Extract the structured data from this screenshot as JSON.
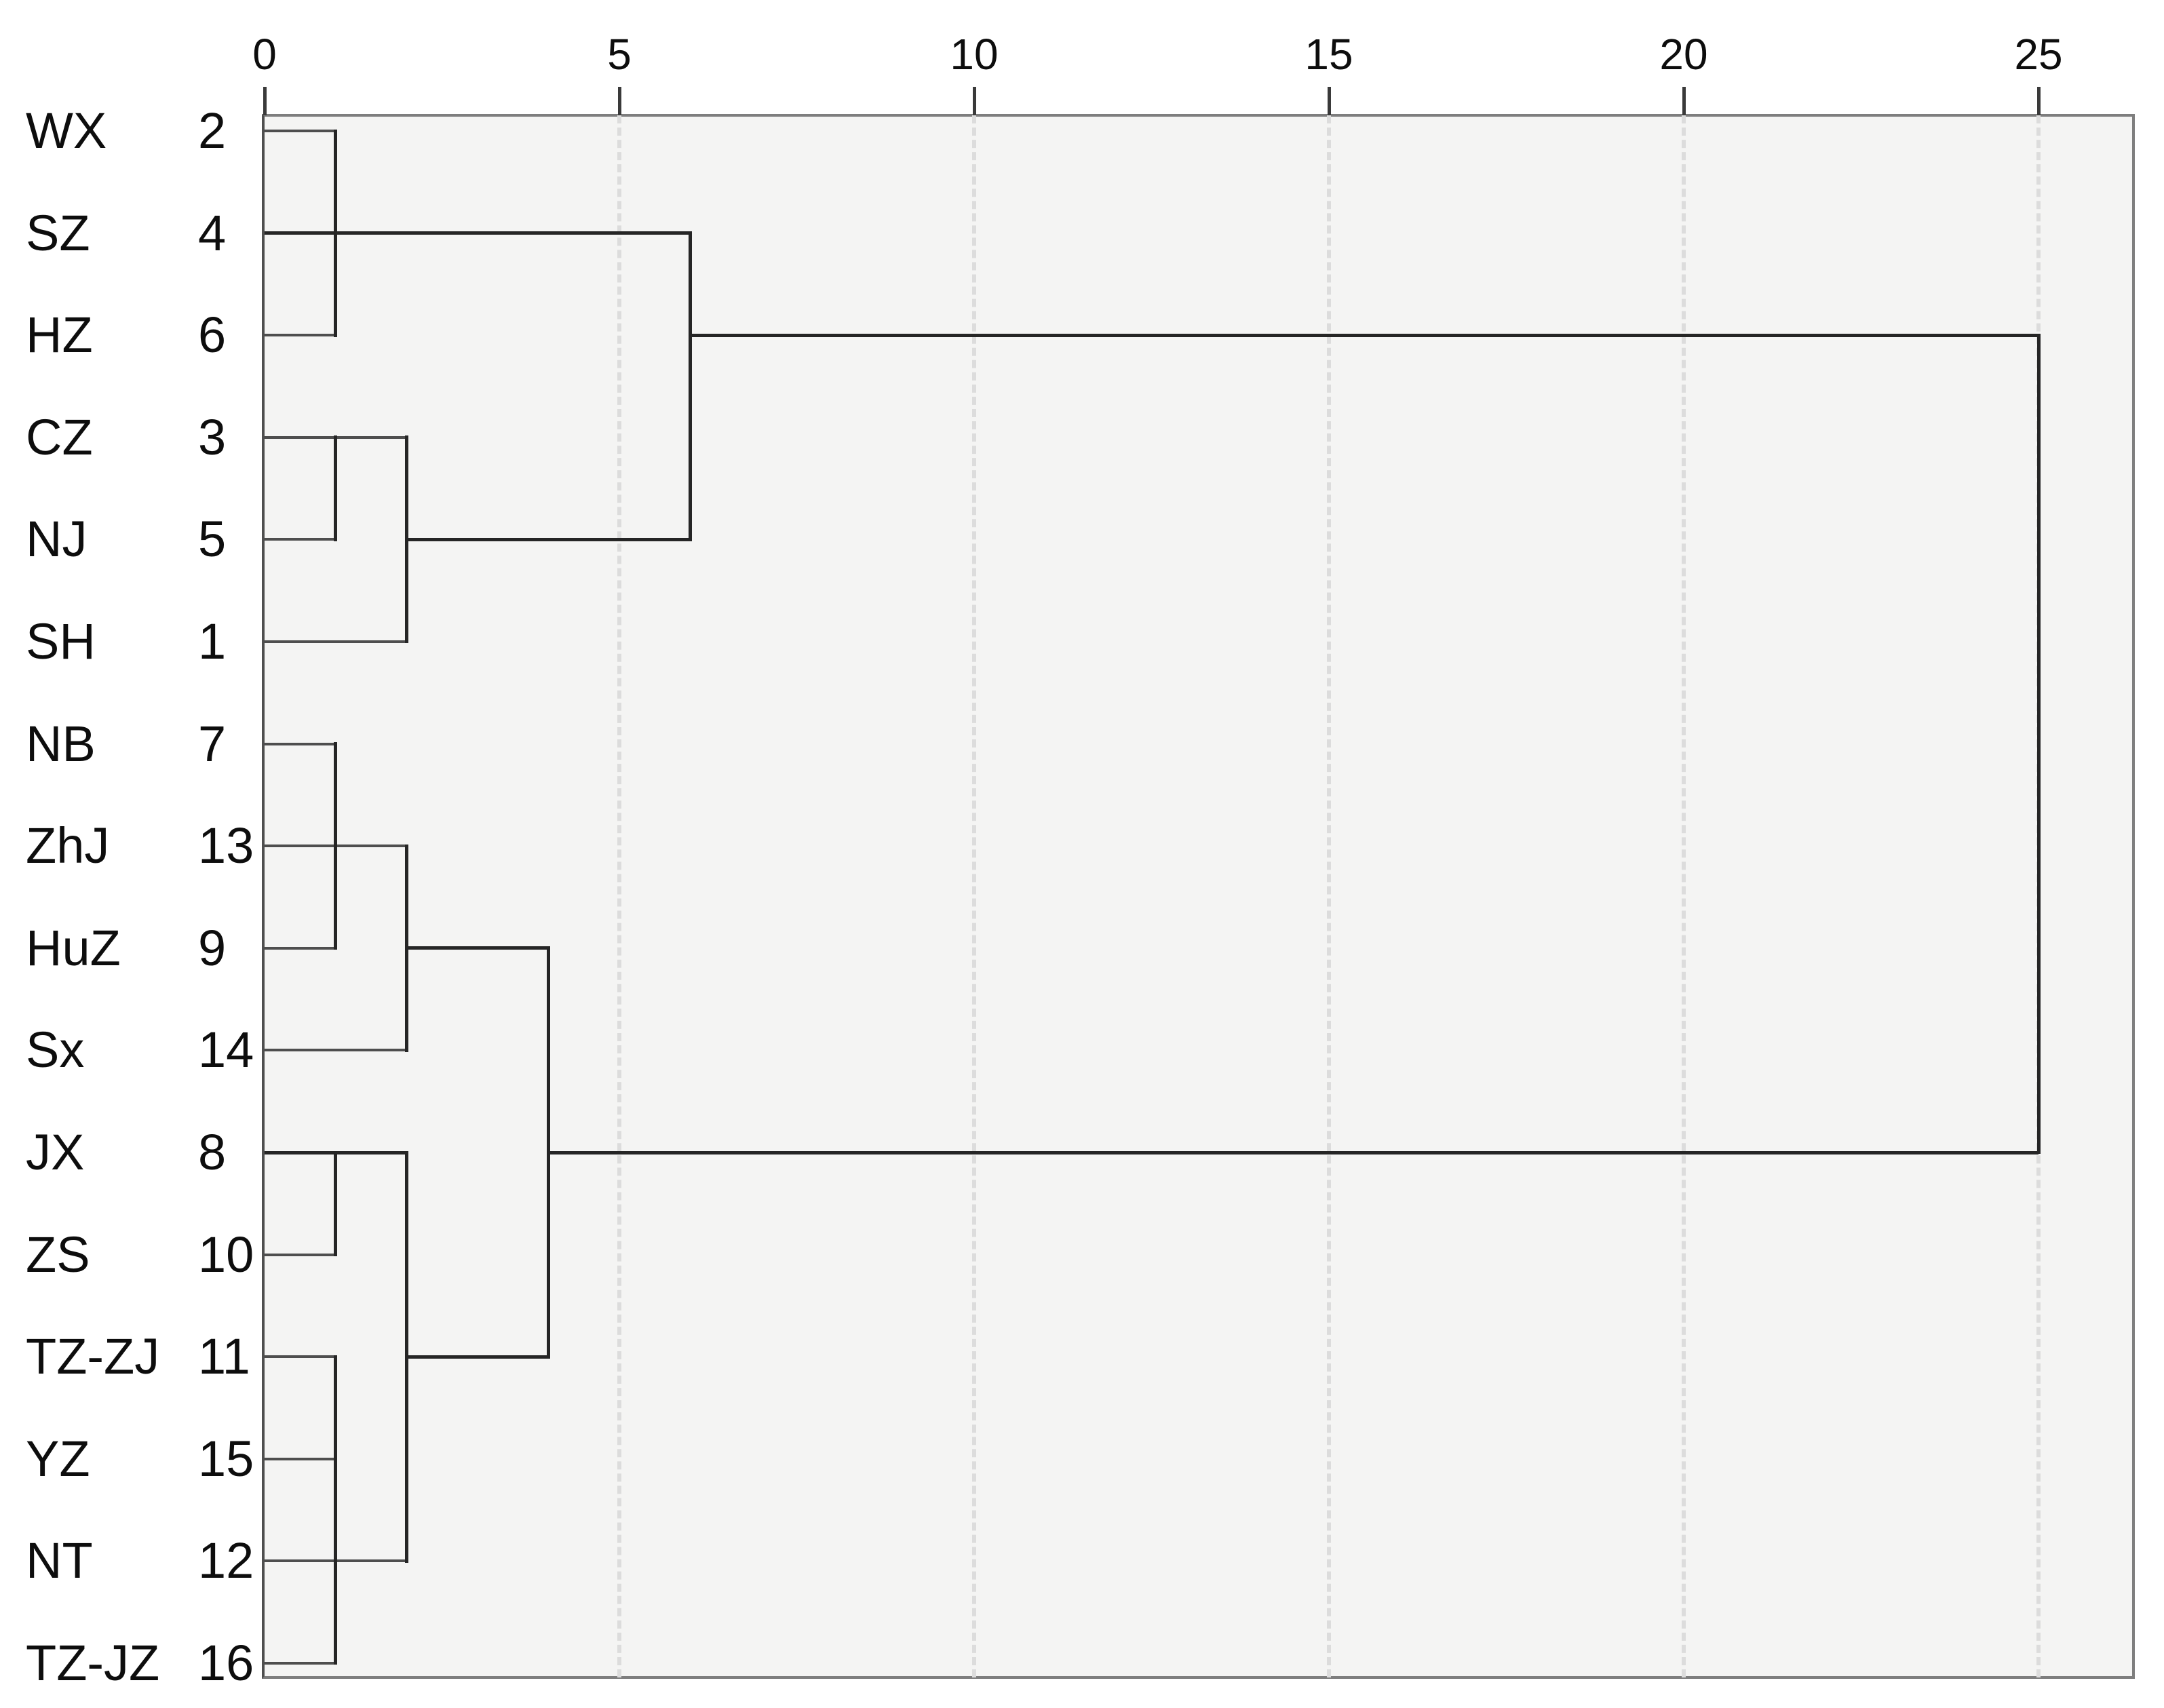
{
  "figure": {
    "kind": "hierarchical clustering dendrogram",
    "background": "#ffffff",
    "plot_background": "#f4f4f3",
    "border_color": "#7e7e7e",
    "left_axis_color": "#4f4f4f",
    "link_color_strong": "#252525",
    "link_color_light": "#4e4e4e",
    "grid_color": "#dcdcdc",
    "text_color": "#0d0d0d"
  },
  "axis": {
    "position": "top",
    "tick_labels": [
      "0",
      "5",
      "10",
      "15",
      "20",
      "25"
    ],
    "tick_values": [
      0,
      5,
      10,
      15,
      20,
      25
    ],
    "gridline_values": [
      5,
      10,
      15,
      20,
      25
    ],
    "grid_style": "dashed"
  },
  "chart_data": {
    "type": "dendrogram",
    "orientation": "horizontal",
    "distance_axis_position": "top",
    "x_range": [
      0,
      25
    ],
    "grid": true,
    "leaves": [
      {
        "label": "WX",
        "case": "2"
      },
      {
        "label": "SZ",
        "case": "4"
      },
      {
        "label": "HZ",
        "case": "6"
      },
      {
        "label": "CZ",
        "case": "3"
      },
      {
        "label": "NJ",
        "case": "5"
      },
      {
        "label": "SH",
        "case": "1"
      },
      {
        "label": "NB",
        "case": "7"
      },
      {
        "label": "ZhJ",
        "case": "13"
      },
      {
        "label": "HuZ",
        "case": "9"
      },
      {
        "label": "Sx",
        "case": "14"
      },
      {
        "label": "JX",
        "case": "8"
      },
      {
        "label": "ZS",
        "case": "10"
      },
      {
        "label": "TZ-ZJ",
        "case": "11"
      },
      {
        "label": "YZ",
        "case": "15"
      },
      {
        "label": "NT",
        "case": "12"
      },
      {
        "label": "TZ-JZ",
        "case": "16"
      }
    ],
    "merges": [
      {
        "members": [
          "WX",
          "SZ",
          "HZ"
        ],
        "distance": 1
      },
      {
        "members": [
          "CZ",
          "NJ"
        ],
        "distance": 1
      },
      {
        "members": [
          "CZ",
          "NJ",
          "SH"
        ],
        "distance": 2
      },
      {
        "members": [
          "WX",
          "SZ",
          "HZ",
          "CZ",
          "NJ",
          "SH"
        ],
        "distance": 6
      },
      {
        "members": [
          "NB",
          "ZhJ",
          "HuZ"
        ],
        "distance": 1
      },
      {
        "members": [
          "NB",
          "ZhJ",
          "HuZ",
          "Sx"
        ],
        "distance": 2
      },
      {
        "members": [
          "JX",
          "ZS"
        ],
        "distance": 1
      },
      {
        "members": [
          "TZ-ZJ",
          "YZ",
          "NT",
          "TZ-JZ"
        ],
        "distance": 1
      },
      {
        "members": [
          "JX",
          "ZS",
          "TZ-ZJ",
          "YZ",
          "NT",
          "TZ-JZ"
        ],
        "distance": 2
      },
      {
        "members": [
          "NB",
          "ZhJ",
          "HuZ",
          "Sx",
          "JX",
          "ZS",
          "TZ-ZJ",
          "YZ",
          "NT",
          "TZ-JZ"
        ],
        "distance": 4
      },
      {
        "members": [
          "all 16 cases"
        ],
        "distance": 25
      }
    ],
    "h_segments": [
      {
        "leaf": 0,
        "from": 0,
        "to": 1,
        "strong": false
      },
      {
        "leaf": 1,
        "from": 0,
        "to": 6,
        "strong": true
      },
      {
        "leaf": 2,
        "from": 0,
        "to": 1,
        "strong": false
      },
      {
        "leaf": 2,
        "from": 6,
        "to": 25,
        "strong": true
      },
      {
        "leaf": 3,
        "from": 0,
        "to": 2,
        "strong": false
      },
      {
        "leaf": 4,
        "from": 0,
        "to": 1,
        "strong": false
      },
      {
        "leaf": 4,
        "from": 2,
        "to": 6,
        "strong": true
      },
      {
        "leaf": 5,
        "from": 0,
        "to": 2,
        "strong": false
      },
      {
        "leaf": 6,
        "from": 0,
        "to": 1,
        "strong": false
      },
      {
        "leaf": 7,
        "from": 0,
        "to": 2,
        "strong": false
      },
      {
        "leaf": 8,
        "from": 0,
        "to": 1,
        "strong": false
      },
      {
        "leaf": 8,
        "from": 2,
        "to": 4,
        "strong": true
      },
      {
        "leaf": 9,
        "from": 0,
        "to": 2,
        "strong": false
      },
      {
        "leaf": 10,
        "from": 0,
        "to": 2,
        "strong": true
      },
      {
        "leaf": 10,
        "from": 4,
        "to": 25,
        "strong": true
      },
      {
        "leaf": 11,
        "from": 0,
        "to": 1,
        "strong": false
      },
      {
        "leaf": 12,
        "from": 0,
        "to": 1,
        "strong": false
      },
      {
        "leaf": 12,
        "from": 2,
        "to": 4,
        "strong": true
      },
      {
        "leaf": 13,
        "from": 0,
        "to": 1,
        "strong": false
      },
      {
        "leaf": 14,
        "from": 0,
        "to": 2,
        "strong": false
      },
      {
        "leaf": 15,
        "from": 0,
        "to": 1,
        "strong": false
      }
    ],
    "v_segments": [
      {
        "at": 1,
        "top_leaf": 0,
        "bottom_leaf": 2
      },
      {
        "at": 1,
        "top_leaf": 3,
        "bottom_leaf": 4
      },
      {
        "at": 2,
        "top_leaf": 3,
        "bottom_leaf": 5
      },
      {
        "at": 6,
        "top_leaf": 1,
        "bottom_leaf": 4
      },
      {
        "at": 1,
        "top_leaf": 6,
        "bottom_leaf": 8
      },
      {
        "at": 2,
        "top_leaf": 7,
        "bottom_leaf": 9
      },
      {
        "at": 4,
        "top_leaf": 8,
        "bottom_leaf": 12
      },
      {
        "at": 1,
        "top_leaf": 10,
        "bottom_leaf": 11
      },
      {
        "at": 2,
        "top_leaf": 10,
        "bottom_leaf": 14
      },
      {
        "at": 1,
        "top_leaf": 12,
        "bottom_leaf": 15
      },
      {
        "at": 25,
        "top_leaf": 2,
        "bottom_leaf": 10
      }
    ]
  }
}
